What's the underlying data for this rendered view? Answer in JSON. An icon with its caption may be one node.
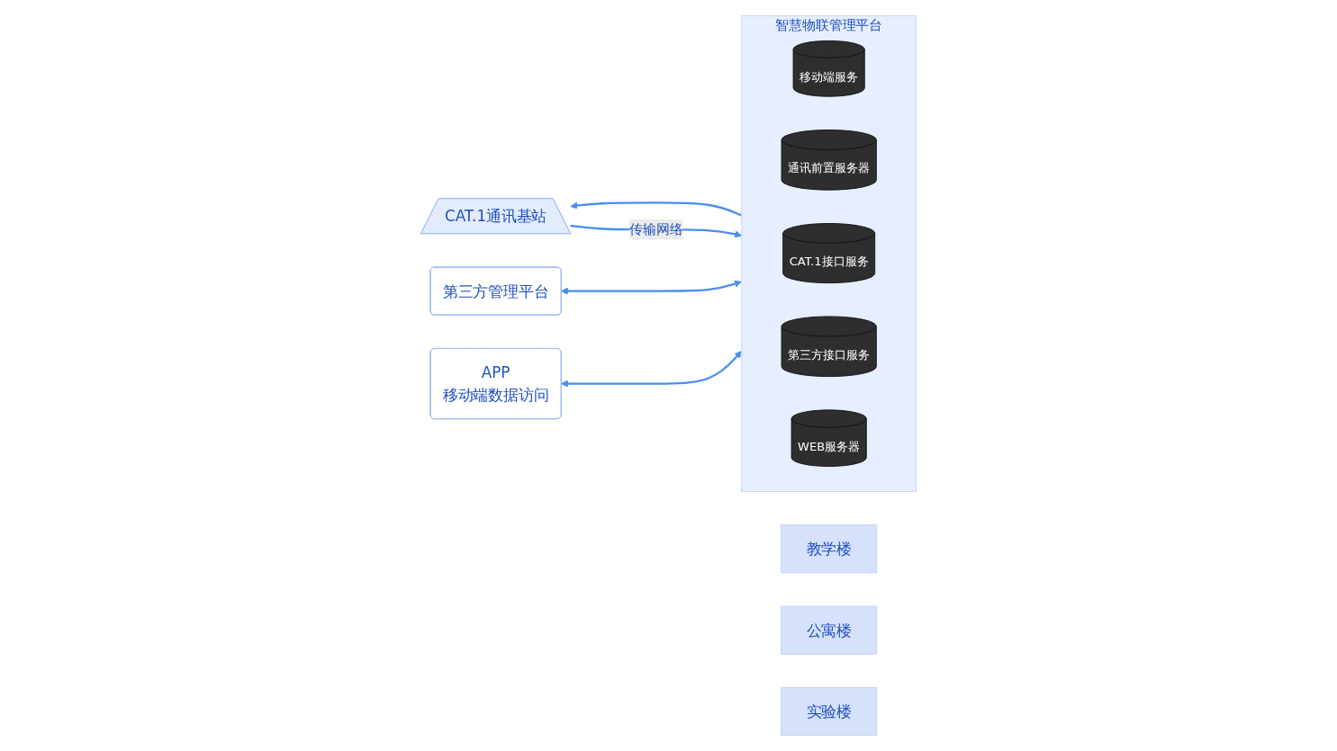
{
  "diagram": {
    "nodes": [
      {
        "text": [
          "教学楼"
        ]
      },
      {
        "text": [
          "公寓楼"
        ]
      },
      {
        "text": [
          "实验楼"
        ]
      },
      {
        "text": [
          "CAT.1通讯基站"
        ]
      },
      {
        "text": [
          "第三方管理平台"
        ]
      },
      {
        "text": [
          "APP",
          "移动端数据访问"
        ]
      },
      {
        "text": [
          "智慧物联管理平台"
        ]
      },
      {
        "text": [
          "移动端服务"
        ],
        "in": 6
      },
      {
        "text": [
          "通讯前置服务器"
        ],
        "in": 6
      },
      {
        "text": [
          "CAT.1接口服务"
        ],
        "in": 6
      },
      {
        "text": [
          "第三方接口服务"
        ],
        "in": 6
      },
      {
        "text": [
          "WEB服务器"
        ],
        "in": 6
      }
    ],
    "edges": [
      {
        "from": 3,
        "to": 6,
        "arrow": "to",
        "label": "传输网络"
      },
      {
        "from": 6,
        "to": 3,
        "arrow": "to"
      },
      {
        "from": 6,
        "to": 4,
        "arrow": "both"
      },
      {
        "from": 6,
        "to": 5,
        "arrow": "both"
      }
    ]
  }
}
